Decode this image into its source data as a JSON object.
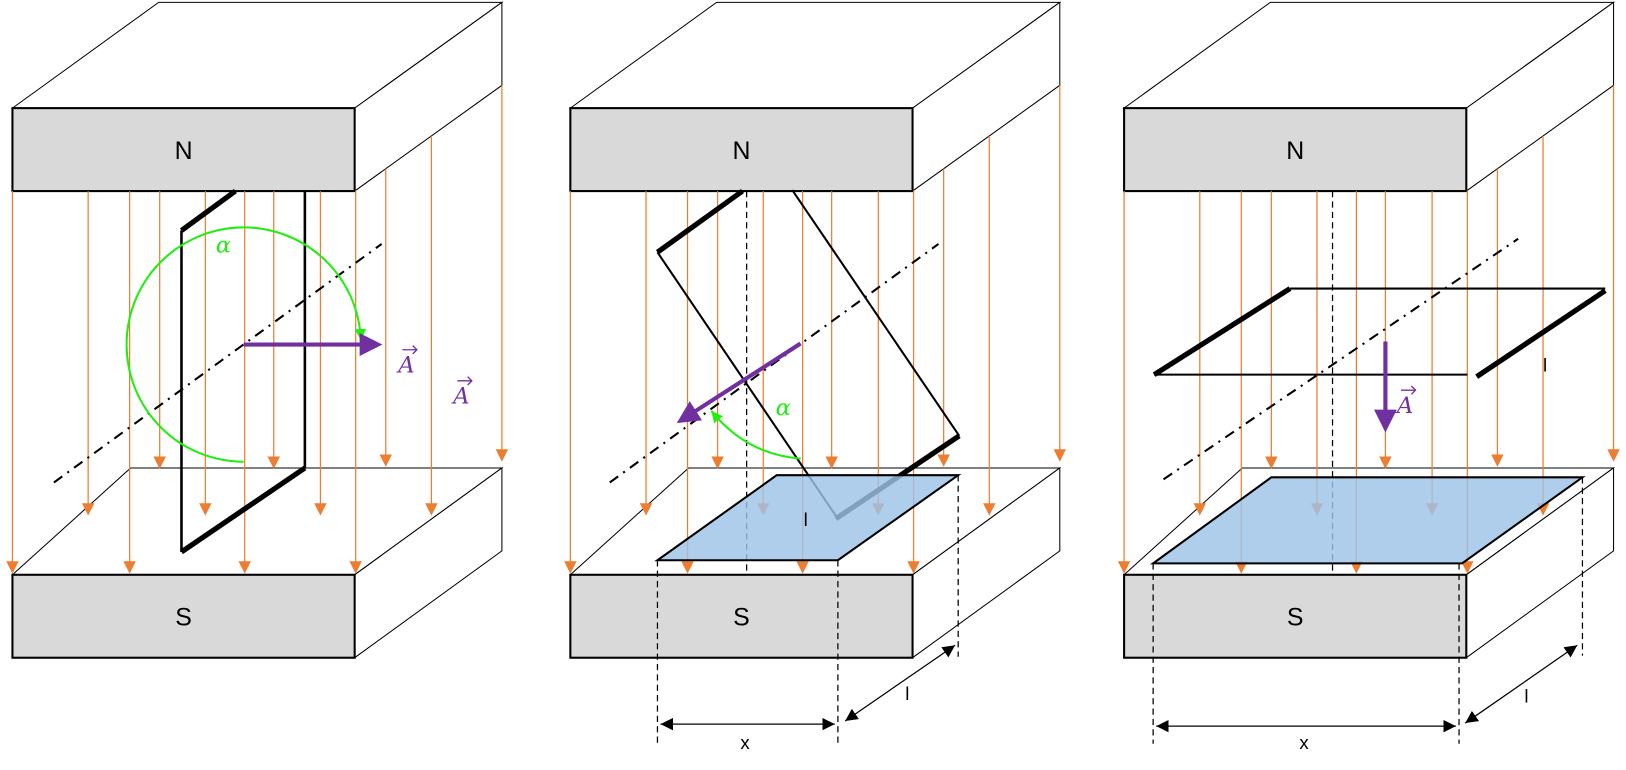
{
  "colors": {
    "field_lines": "#ed7d31",
    "magnet_face": "#d9d9d9",
    "area_vector": "#7030a0",
    "angle_arc": "#22ee11",
    "projection_plane": "#9dc3e6"
  },
  "panels": [
    {
      "north": "N",
      "south": "S",
      "angle": "α",
      "vector": "A"
    },
    {
      "north": "N",
      "south": "S",
      "angle": "α",
      "vector": "A",
      "side_label": "l",
      "dim_x": "x",
      "dim_l": "l"
    },
    {
      "north": "N",
      "south": "S",
      "vector": "A",
      "side_label": "l",
      "dim_x": "x",
      "dim_l": "l"
    }
  ]
}
